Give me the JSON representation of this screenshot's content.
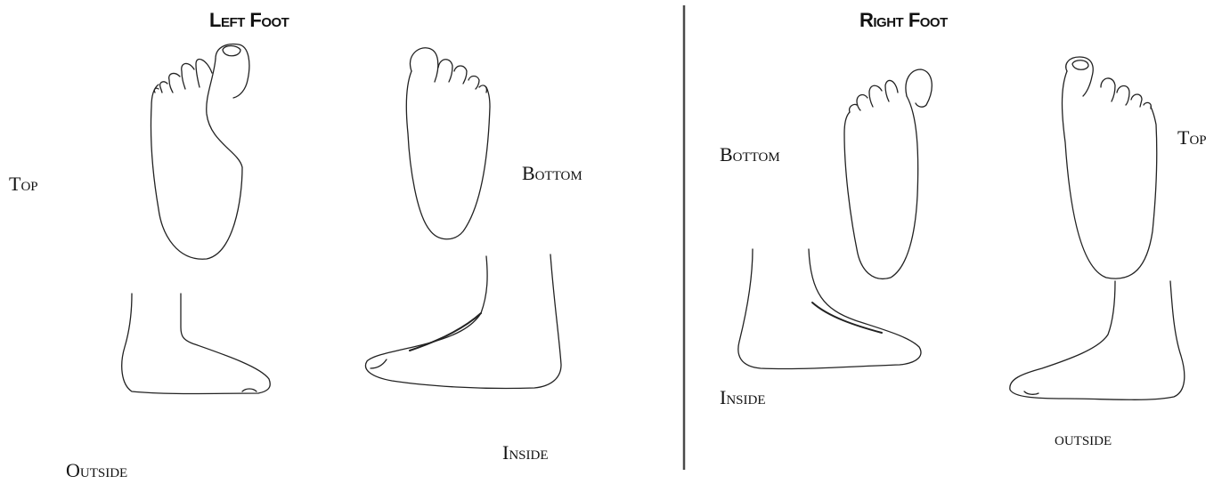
{
  "left_foot": {
    "title": "Left Foot",
    "labels": {
      "top": "Top",
      "bottom": "Bottom",
      "outside": "Outside",
      "inside": "Inside"
    }
  },
  "right_foot": {
    "title": "Right Foot",
    "labels": {
      "top": "Top",
      "bottom": "Bottom",
      "inside": "Inside",
      "outside": "outside"
    }
  }
}
